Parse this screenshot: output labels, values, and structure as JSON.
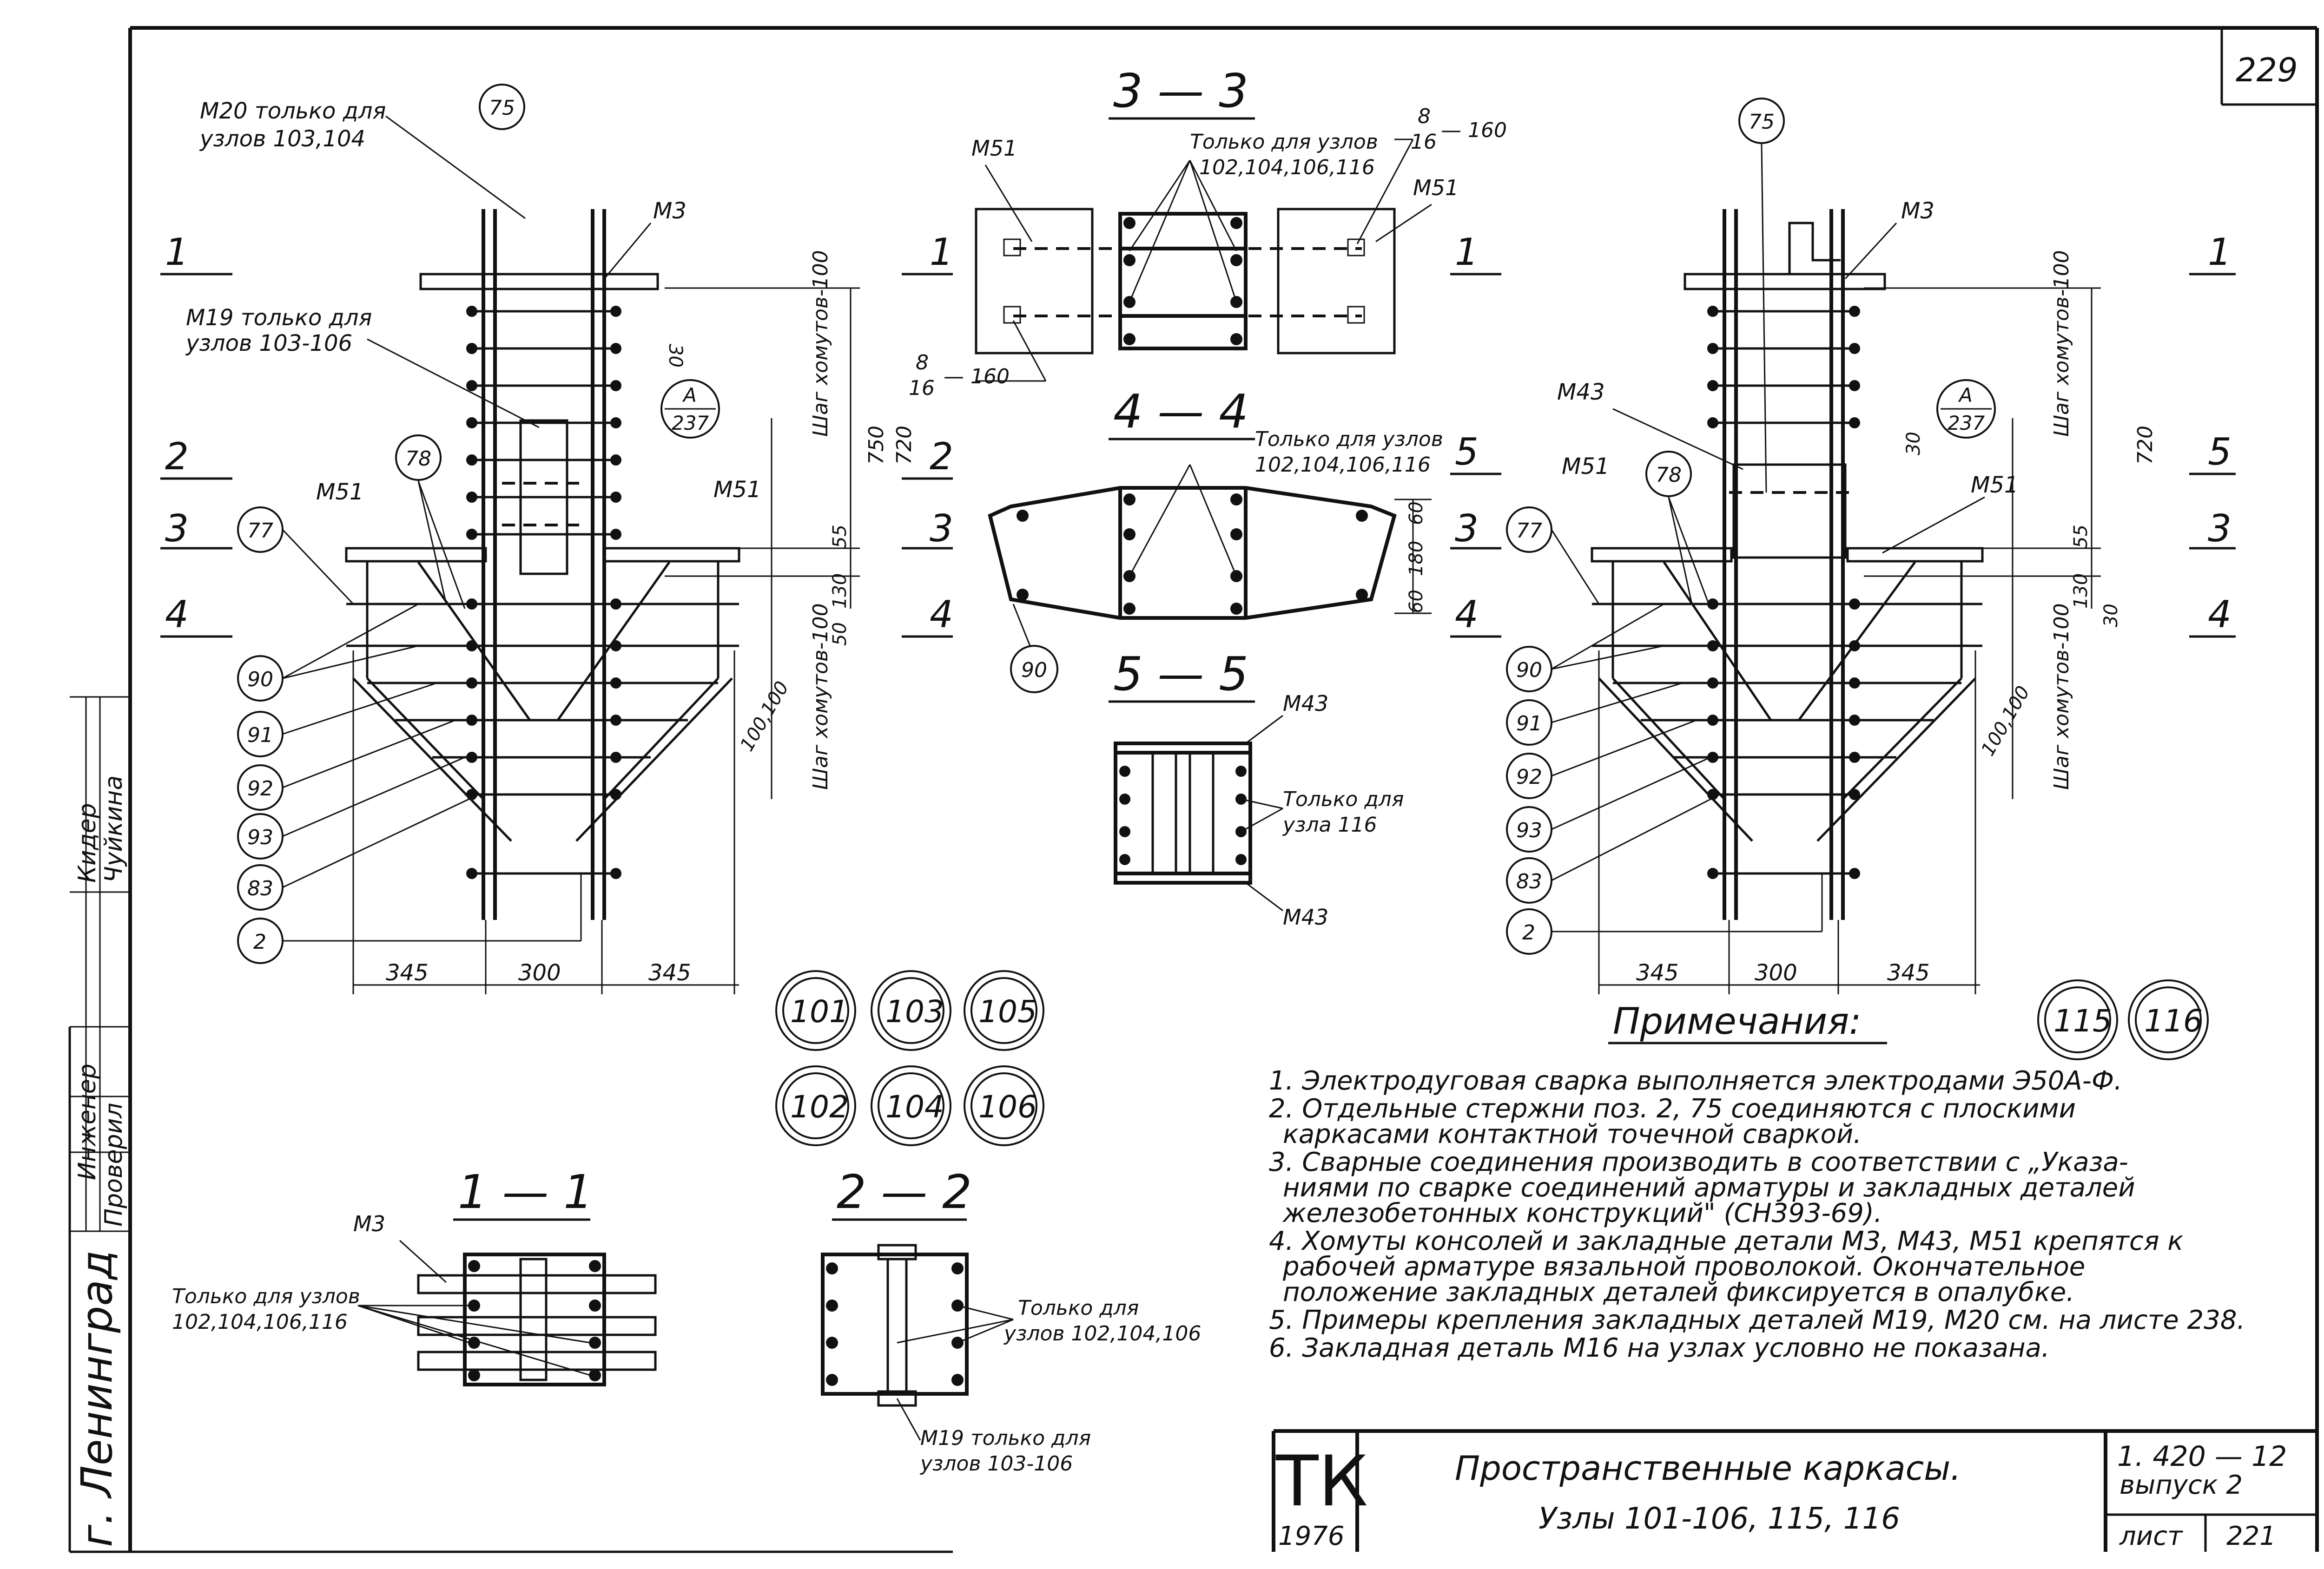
{
  "sheet": {
    "page_number": "229",
    "sheet_number": "221",
    "city": "г. Ленинград"
  },
  "sections": {
    "s33": "3 — 3",
    "s44": "4 — 4",
    "s55": "5 — 5",
    "s11": "1 — 1",
    "s22": "2 — 2"
  },
  "cut_marks": [
    "1",
    "2",
    "3",
    "4",
    "5"
  ],
  "labels": {
    "m20_only": "М20 только для",
    "m20_nodes": "узлов 103,104",
    "m19_only": "М19 только для",
    "m19_nodes": "узлов 103-106",
    "m3": "М3",
    "m51": "М51",
    "m43": "М43",
    "only_nodes_a": "Только для узлов",
    "only_nodes_b": "102,104,106,116",
    "only_for": "Только для",
    "node_116": "узла 116",
    "nodes_102_106": "узлов 102,104,106",
    "rebar_frac_num": "8",
    "rebar_frac_den": "16",
    "rebar_step": "— 160",
    "ref_num": "А",
    "ref_den": "237",
    "stirrup_100": "Шаг хомутов-100",
    "dim_345": "345",
    "dim_300": "300",
    "dim_750": "750",
    "dim_720": "720",
    "dim_30": "30",
    "dim_55": "55",
    "dim_130": "130",
    "dim_50": "50",
    "dim_100": "100,100",
    "dim_60": "60",
    "dim_180": "180"
  },
  "bubbles_left": [
    "75",
    "78",
    "77",
    "90",
    "91",
    "92",
    "93",
    "83",
    "2"
  ],
  "bubbles_right": [
    "75",
    "78",
    "77",
    "90",
    "91",
    "92",
    "93",
    "83",
    "2"
  ],
  "bubble_90_mid": "90",
  "node_marks_left": [
    "101",
    "103",
    "105",
    "102",
    "104",
    "106"
  ],
  "node_marks_right": [
    "115",
    "116"
  ],
  "notes": {
    "title": "Примечания:",
    "items": [
      "1. Электродуговая сварка выполняется электродами Э50А-Ф.",
      "2. Отдельные стержни поз. 2, 75 соединяются с плоскими",
      "каркасами контактной точечной сваркой.",
      "3. Сварные соединения производить в соответствии с „Указа-",
      "ниями по сварке соединений арматуры и закладных деталей",
      "железобетонных конструкций\" (СН393-69).",
      "4. Хомуты консолей и закладные детали М3, М43, М51 крепятся к",
      "рабочей арматуре вязальной проволокой. Окончательное",
      "положение закладных деталей фиксируется в опалубке.",
      "5. Примеры крепления закладных деталей М19, М20 см. на листе 238.",
      "6. Закладная деталь М16 на узлах условно не показана."
    ]
  },
  "stamp": {
    "logo": "ТК",
    "year": "1976",
    "title_line1": "Пространственные каркасы.",
    "title_line2": "Узлы 101-106, 115, 116",
    "series": "1. 420 — 12",
    "issue": "выпуск 2",
    "sheet_label": "лист"
  },
  "signatures": {
    "engineer": "Инженер",
    "checked": "Проверил",
    "name1": "Кидер",
    "name2": "Чуйкина"
  }
}
